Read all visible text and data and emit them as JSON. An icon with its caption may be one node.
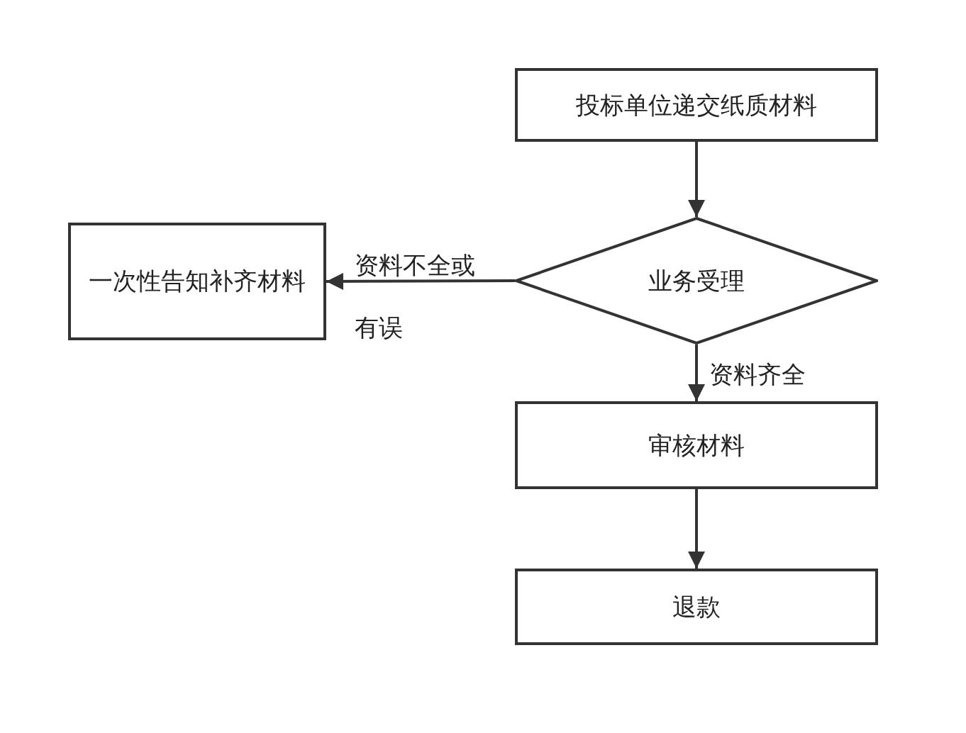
{
  "diagram": {
    "nodes": [
      {
        "text": [
          "投标单位递交纸质材料"
        ]
      },
      {
        "text": [
          "业务受理"
        ]
      },
      {
        "text": [
          "一次性告知补齐材料"
        ]
      },
      {
        "text": [
          "审核材料"
        ]
      },
      {
        "text": [
          "退款"
        ]
      }
    ],
    "edges": [
      {
        "from": 0,
        "to": 1,
        "arrow": "to"
      },
      {
        "from": 1,
        "to": 2,
        "arrow": "to",
        "label": "资料不全或有误"
      },
      {
        "from": 1,
        "to": 3,
        "arrow": "to",
        "label": "资料齐全"
      },
      {
        "from": 3,
        "to": 4,
        "arrow": "to"
      }
    ]
  }
}
